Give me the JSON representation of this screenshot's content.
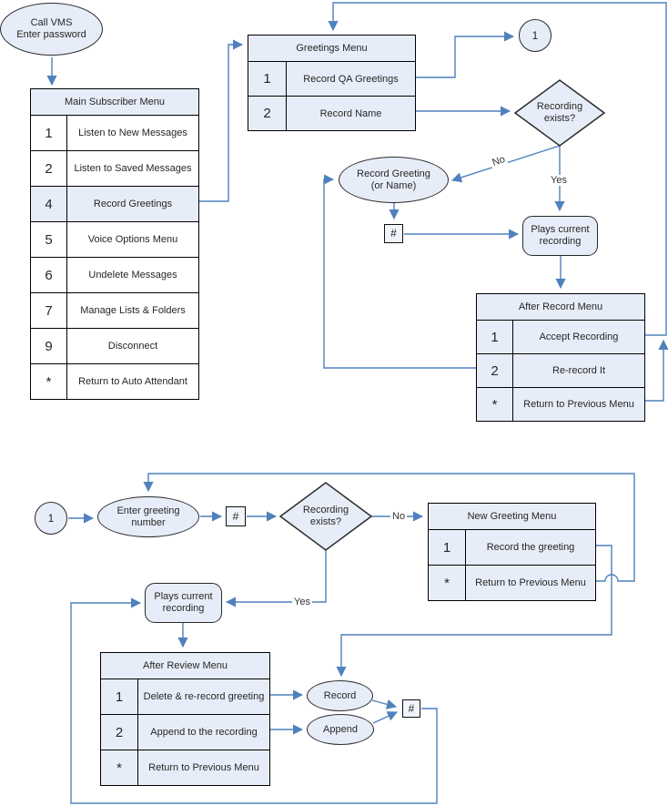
{
  "colors": {
    "connector": "#4f81bd",
    "shape_fill": "#e7edf8"
  },
  "shapes": {
    "start": {
      "label": "Call VMS\nEnter password"
    },
    "circle_top": {
      "label": "1"
    },
    "circle_bottom": {
      "label": "1"
    },
    "diamond_top": {
      "label": "Recording\nexists?"
    },
    "diamond_bottom": {
      "label": "Recording\nexists?"
    },
    "record_greeting": {
      "label": "Record Greeting\n(or Name)"
    },
    "plays_top": {
      "label": "Plays current\nrecording"
    },
    "plays_bottom": {
      "label": "Plays current\nrecording"
    },
    "enter_greeting": {
      "label": "Enter greeting\nnumber"
    },
    "record": {
      "label": "Record"
    },
    "append": {
      "label": "Append"
    },
    "hash_top": {
      "label": "#"
    },
    "hash_bottom_left": {
      "label": "#"
    },
    "hash_bottom_right": {
      "label": "#"
    }
  },
  "edge_labels": {
    "no_top": "No",
    "yes_top": "Yes",
    "no_bottom": "No",
    "yes_bottom": "Yes"
  },
  "menus": {
    "main": {
      "title": "Main Subscriber Menu",
      "rows": [
        {
          "key": "1",
          "label": "Listen to New Messages"
        },
        {
          "key": "2",
          "label": "Listen to Saved Messages"
        },
        {
          "key": "4",
          "label": "Record Greetings",
          "highlighted": true
        },
        {
          "key": "5",
          "label": "Voice Options Menu"
        },
        {
          "key": "6",
          "label": "Undelete Messages"
        },
        {
          "key": "7",
          "label": "Manage Lists & Folders"
        },
        {
          "key": "9",
          "label": "Disconnect"
        },
        {
          "key": "*",
          "label": "Return to Auto Attendant"
        }
      ]
    },
    "greetings": {
      "title": "Greetings Menu",
      "rows": [
        {
          "key": "1",
          "label": "Record QA Greetings"
        },
        {
          "key": "2",
          "label": "Record Name"
        }
      ]
    },
    "after_record": {
      "title": "After Record Menu",
      "rows": [
        {
          "key": "1",
          "label": "Accept Recording"
        },
        {
          "key": "2",
          "label": "Re-record It"
        },
        {
          "key": "*",
          "label": "Return to Previous Menu"
        }
      ]
    },
    "new_greeting": {
      "title": "New Greeting Menu",
      "rows": [
        {
          "key": "1",
          "label": "Record the greeting"
        },
        {
          "key": "*",
          "label": "Return to Previous Menu"
        }
      ]
    },
    "after_review": {
      "title": "After Review Menu",
      "rows": [
        {
          "key": "1",
          "label": "Delete & re-record greeting"
        },
        {
          "key": "2",
          "label": "Append to the recording"
        },
        {
          "key": "*",
          "label": "Return to Previous Menu"
        }
      ]
    }
  }
}
